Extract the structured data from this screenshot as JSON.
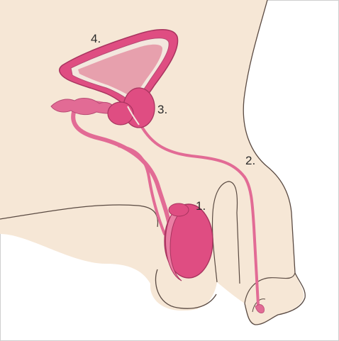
{
  "labels": {
    "one": "1.",
    "two": "2.",
    "three": "3.",
    "four": "4."
  },
  "colors": {
    "background": "#ffffff",
    "skin": "#f6e7d6",
    "outline": "#5a4a42",
    "organ": "#df4d82",
    "organ_light": "#ea7ea4",
    "organ_inner": "#f3e7de",
    "organ_fill": "#e7a0ad"
  }
}
